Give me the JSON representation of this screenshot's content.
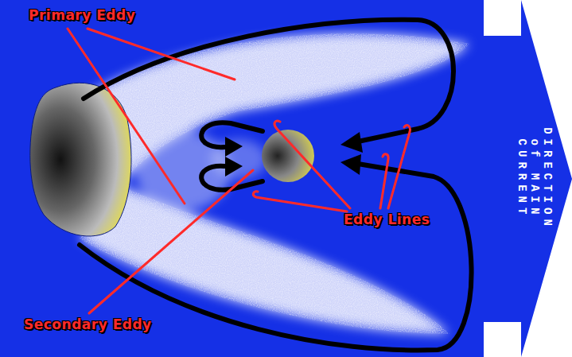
{
  "diagram": {
    "nodes": [
      {
        "text": [
          "DIRECTION of MAIN CURRENT"
        ]
      }
    ],
    "labels": [
      "Primary Eddy",
      "Secondary Eddy",
      "Eddy Lines"
    ]
  }
}
